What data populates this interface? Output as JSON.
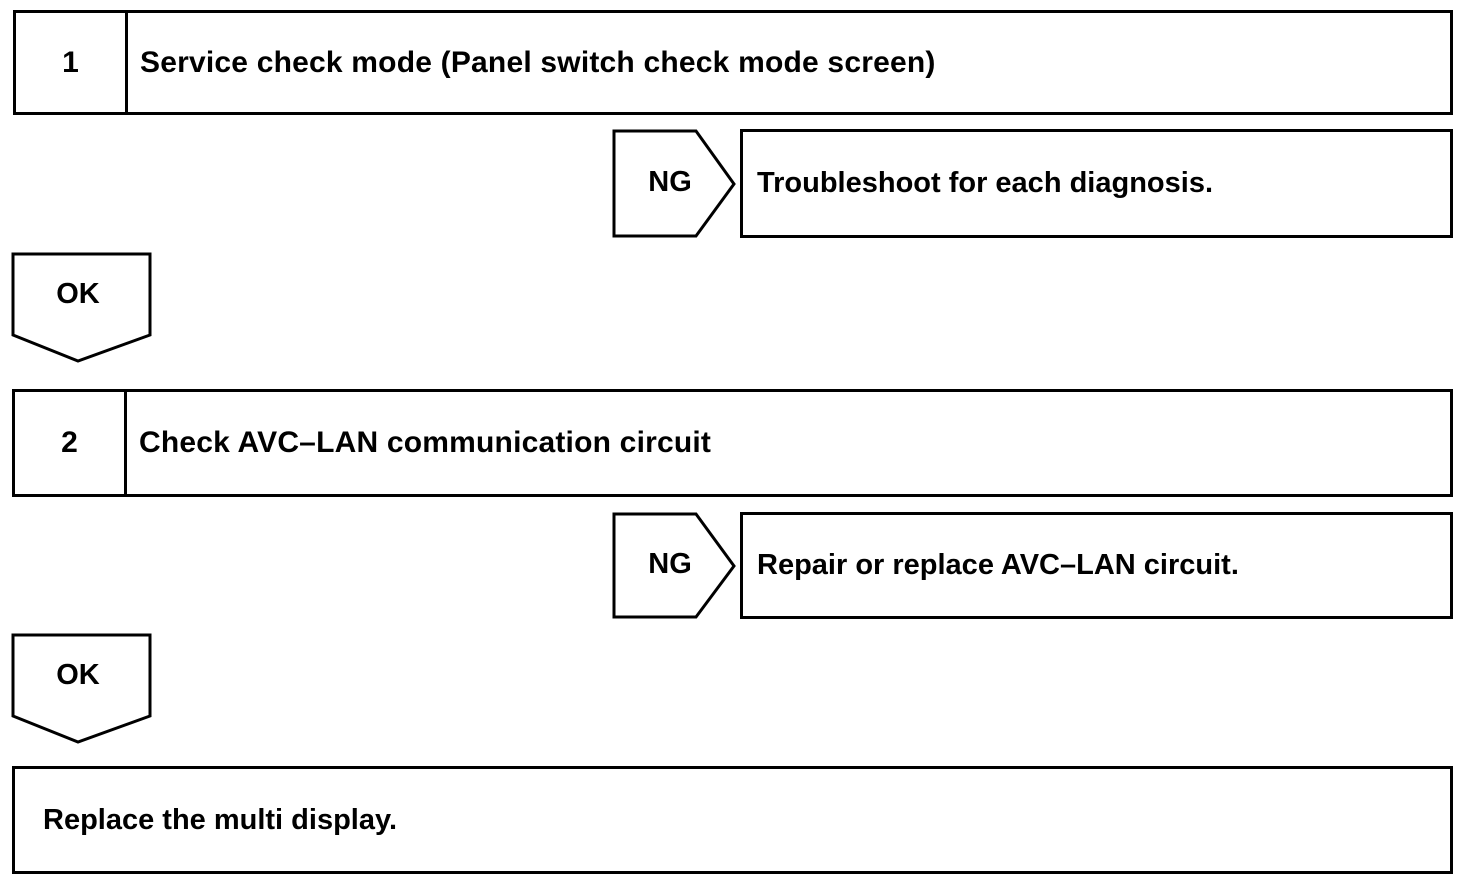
{
  "steps": [
    {
      "number": "1",
      "title": "Service check mode (Panel switch check mode screen)",
      "ng_label": "NG",
      "ng_action": "Troubleshoot for each diagnosis.",
      "ok_label": "OK"
    },
    {
      "number": "2",
      "title": "Check AVC–LAN communication circuit",
      "ng_label": "NG",
      "ng_action": "Repair or replace AVC–LAN circuit.",
      "ok_label": "OK"
    }
  ],
  "final_action": "Replace the multi display.",
  "colors": {
    "line": "#000000",
    "background": "#ffffff"
  }
}
